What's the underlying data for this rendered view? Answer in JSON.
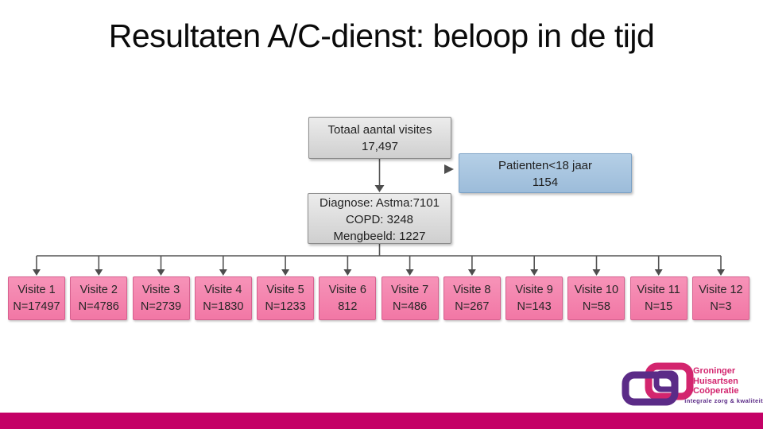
{
  "slide": {
    "title": "Resultaten A/C-dienst: beloop in de tijd"
  },
  "diagram": {
    "type": "flowchart",
    "total_box": {
      "line1": "Totaal aantal visites",
      "line2": "17,497"
    },
    "patients_box": {
      "line1": "Patienten<18 jaar",
      "line2": "1154"
    },
    "diagnose_box": {
      "line1": "Diagnose: Astma:7101",
      "line2": "COPD: 3248",
      "line3": "Mengbeeld: 1227"
    },
    "visites": [
      {
        "line1": "Visite 1",
        "line2": "N=17497"
      },
      {
        "line1": "Visite 2",
        "line2": "N=4786"
      },
      {
        "line1": "Visite 3",
        "line2": "N=2739"
      },
      {
        "line1": "Visite 4",
        "line2": "N=1830"
      },
      {
        "line1": "Visite 5",
        "line2": "N=1233"
      },
      {
        "line1": "Visite 6",
        "line2": "812"
      },
      {
        "line1": "Visite 7",
        "line2": "N=486"
      },
      {
        "line1": "Visite 8",
        "line2": "N=267"
      },
      {
        "line1": "Visite 9",
        "line2": "N=143"
      },
      {
        "line1": "Visite 10",
        "line2": "N=58"
      },
      {
        "line1": "Visite 11",
        "line2": "N=15"
      },
      {
        "line1": "Visite 12",
        "line2": "N=3"
      }
    ],
    "colors": {
      "gray_box_fill": "#d9d9d9",
      "blue_box_fill": "#a9c6e1",
      "pink_box_fill": "#f480ab",
      "connector": "#555555"
    }
  },
  "footer": {
    "logo": {
      "line1": "Groninger",
      "line2": "Huisartsen",
      "line3": "Coöperatie",
      "tagline": "integrale zorg & kwaliteit"
    },
    "colors": {
      "bar": "#c40166",
      "logo_magenta": "#d3256e",
      "logo_purple": "#5b2b87"
    }
  }
}
